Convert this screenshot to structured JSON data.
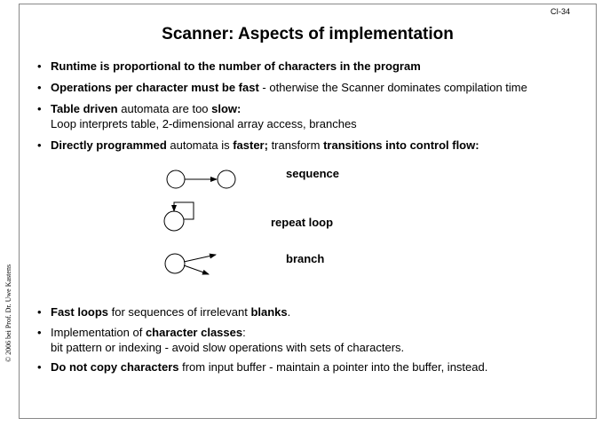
{
  "page_id": "CI-34",
  "title": "Scanner: Aspects of implementation",
  "copyright": "© 2006 bei Prof. Dr. Uwe Kastens",
  "bullets": {
    "b1": {
      "bold": "Runtime is proportional to the number of characters in the program"
    },
    "b2": {
      "bold": "Operations per character must be fast",
      "rest": " - otherwise the Scanner dominates compilation time"
    },
    "b3": {
      "bold1": "Table driven",
      "mid": " automata are too ",
      "bold2": "slow:",
      "sub": "Loop interprets table, 2-dimensional array access, branches"
    },
    "b4": {
      "bold1": "Directly programmed",
      "mid1": " automata is ",
      "bold2": "faster;",
      "mid2": " transform ",
      "bold3": "transitions into control flow:"
    },
    "b5": {
      "bold1": "Fast loops",
      "mid": " for sequences of irrelevant ",
      "bold2": "blanks",
      "end": "."
    },
    "b6": {
      "pre": "Implementation of ",
      "bold": "character classes",
      "end": ":",
      "sub": "bit pattern or indexing - avoid slow operations with sets of characters."
    },
    "b7": {
      "bold": "Do not copy characters",
      "rest": " from input buffer - maintain a pointer into the buffer, instead."
    }
  },
  "diagram": {
    "sequence_label": "sequence",
    "repeat_label": "repeat loop",
    "branch_label": "branch"
  }
}
